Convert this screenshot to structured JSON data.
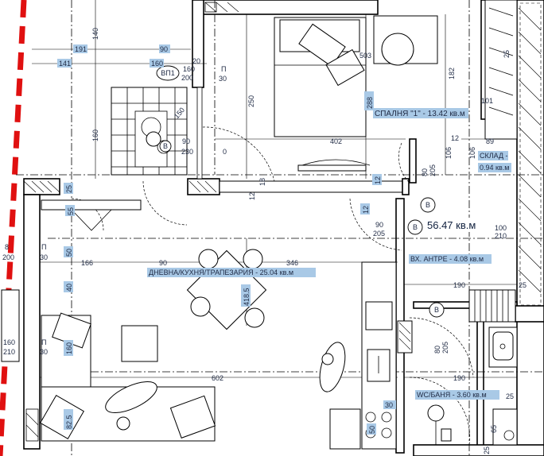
{
  "plan": {
    "total_area": "56.47 кв.м",
    "rooms": {
      "bedroom": "СПАЛНЯ \"1\" - 13.42 кв.м",
      "storage": "СКЛАД -",
      "storage_area": "0.94 кв.м",
      "entrance": "ВХ. АНТРЕ - 4.08 кв.м",
      "living": "ДНЕВНА/КУХНЯ/ТРАПЕЗАРИЯ - 25.04 кв.м",
      "bath": "WC/БАНЯ - 3.60 кв.м"
    },
    "tags": {
      "vp1": "ВП1",
      "b": "B"
    },
    "dims": {
      "d191": "191",
      "d90a": "90",
      "d140": "140",
      "d141": "141",
      "d160a": "160",
      "d20a": "20",
      "d160b": "160",
      "d200a": "200",
      "d_p1": "П",
      "d30a": "30",
      "d503": "503",
      "d182": "182",
      "d25a": "25",
      "d250": "250",
      "d288": "288",
      "d101": "101",
      "d160c": "160",
      "d150": "150",
      "d90b": "90",
      "d230": "230",
      "d0": "0",
      "d402": "402",
      "d12a": "12",
      "d89": "89",
      "d106a": "106",
      "d106b": "106",
      "d80a": "80",
      "d205a": "205",
      "d18": "18",
      "d12b": "12",
      "d25b": "25",
      "d12c": "12",
      "d12d": "12",
      "d55": "55",
      "d90c": "90",
      "d205b": "205",
      "d100": "100",
      "d210": "210",
      "d8": "8",
      "d200b": "200",
      "d_p2": "П",
      "d30b": "30",
      "d166": "166",
      "d90d": "90",
      "d346": "346",
      "d50a": "50",
      "d190a": "190",
      "d25c": "25",
      "d40": "40",
      "d418": "418.5",
      "d80b": "80",
      "d205c": "205",
      "d160d": "160",
      "d_p3": "П",
      "d30c": "30",
      "d160e": "160",
      "d210b": "210",
      "d602": "602",
      "d190b": "190",
      "d25d": "25",
      "d825": "82.5",
      "d30d": "30",
      "d50b": "50",
      "d65": "65",
      "d25e": "25"
    }
  }
}
